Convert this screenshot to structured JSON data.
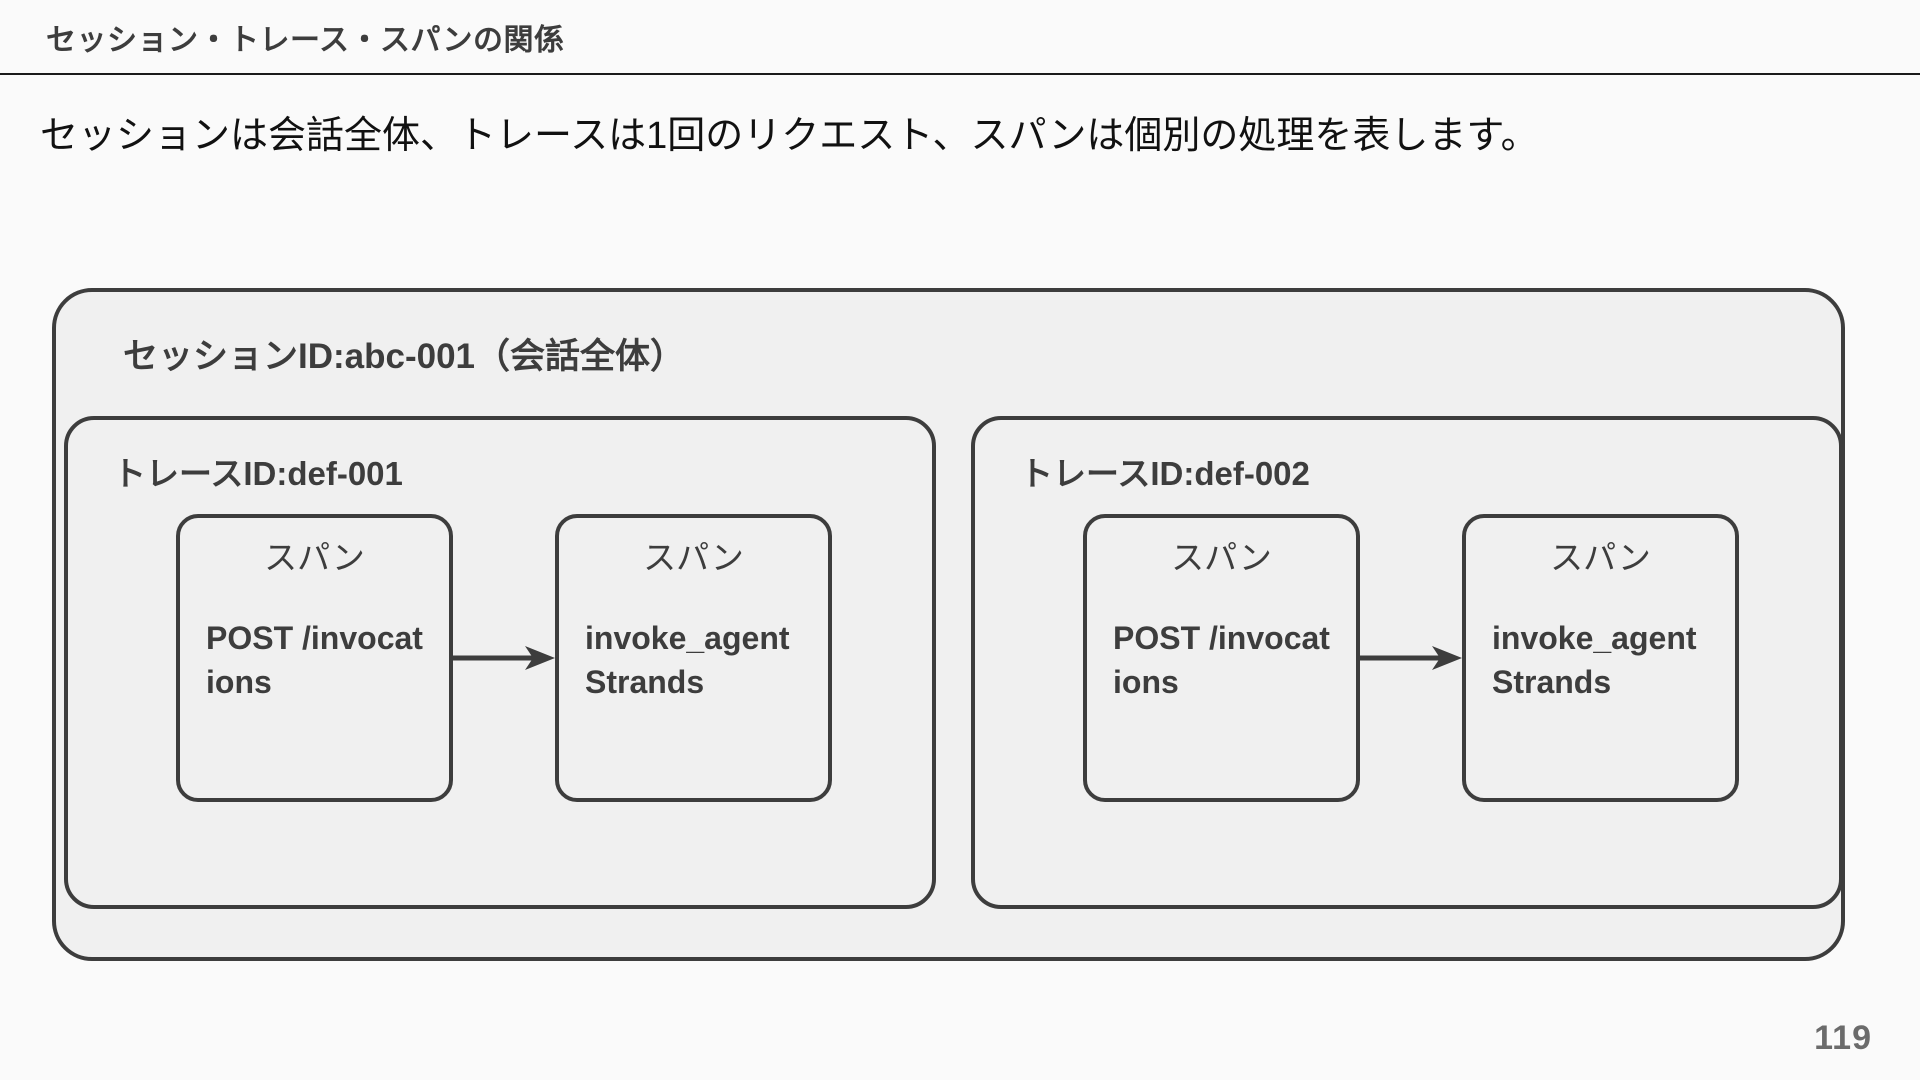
{
  "header": {
    "title": "セッション・トレース・スパンの関係"
  },
  "subtitle": "セッションは会話全体、トレースは1回のリクエスト、スパンは個別の処理を表します。",
  "diagram": {
    "session": {
      "label": "セッションID:abc-001（会話全体）",
      "traces": [
        {
          "label": "トレースID:def-001",
          "spans": [
            {
              "kind": "スパン",
              "name": "POST /invocations"
            },
            {
              "kind": "スパン",
              "name": "invoke_agent Strands"
            }
          ],
          "connector": "arrow-right-icon"
        },
        {
          "label": "トレースID:def-002",
          "spans": [
            {
              "kind": "スパン",
              "name": "POST /invocations"
            },
            {
              "kind": "スパン",
              "name": "invoke_agent Strands"
            }
          ],
          "connector": "arrow-right-icon"
        }
      ]
    }
  },
  "footer": {
    "page_number": "119"
  },
  "colors": {
    "page_background": "#fafafa",
    "box_fill": "#f0f0f0",
    "border": "#3d3d3d",
    "title_text": "#3d3d3d",
    "body_text": "#111111",
    "rule": "#1a1a1a",
    "page_number_text": "#6b6b6b"
  }
}
